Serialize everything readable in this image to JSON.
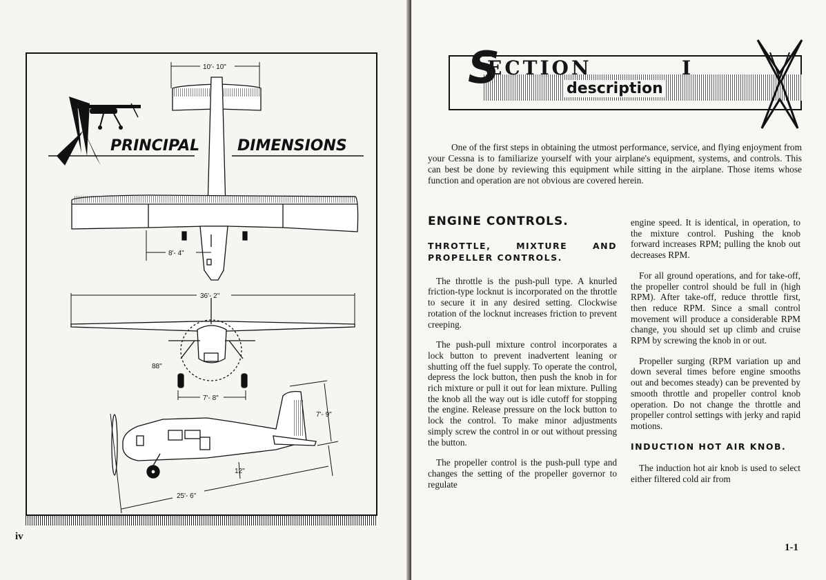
{
  "left_page": {
    "title_left": "PRINCIPAL",
    "title_right": "DIMENSIONS",
    "dimensions": {
      "tail_span": "10'- 10\"",
      "gear_track_top": "8'- 4\"",
      "wing_span": "36'- 2\"",
      "prop_diameter": "88\"",
      "gear_track_front": "7'- 8\"",
      "height": "7'- 9\"",
      "ground_clearance": "12\"",
      "length": "25'- 6\""
    },
    "page_number": "iv"
  },
  "right_page": {
    "section_letter": "S",
    "section_word": "ECTION",
    "section_number": "I",
    "section_subtitle": "description",
    "intro": "One of the first steps in obtaining the utmost performance, service, and flying enjoyment from your Cessna is to familiarize yourself with your airplane's equipment, systems, and controls. This can best be done by reviewing this equipment while sitting in the airplane. Those items whose function and operation are not obvious are covered herein.",
    "heading_engine": "ENGINE CONTROLS.",
    "heading_throttle": "THROTTLE, MIXTURE AND PROPELLER CONTROLS.",
    "p1": "The throttle is the push-pull type. A knurled friction-type locknut is incorporated on the throttle to secure it in any desired setting. Clockwise rotation of the locknut increases friction to prevent creeping.",
    "p2": "The push-pull mixture control incorporates a lock button to prevent inadvertent leaning or shutting off the fuel supply. To operate the control, depress the lock button, then push the knob in for rich mixture or pull it out for lean mixture. Pulling the knob all the way out is idle cutoff for stopping the engine. Release pressure on the lock button to lock the control. To make minor adjustments simply screw the control in or out without pressing the button.",
    "p3": "The propeller control is the push-pull type and changes the setting of the propeller governor to regulate",
    "p4": "engine speed. It is identical, in operation, to the mixture control. Pushing the knob forward increases RPM; pulling the knob out decreases RPM.",
    "p5": "For all ground operations, and for take-off, the propeller control should be full in (high RPM). After take-off, reduce throttle first, then reduce RPM. Since a small control movement will produce a considerable RPM change, you should set up climb and cruise RPM by screwing the knob in or out.",
    "p6": "Propeller surging (RPM variation up and down several times before engine smooths out and becomes steady) can be prevented by smooth throttle and propeller control knob operation. Do not change the throttle and propeller control settings with jerky and rapid motions.",
    "heading_induction": "INDUCTION HOT AIR KNOB.",
    "p7": "The induction hot air knob is used to select either filtered cold air from",
    "page_number": "1-1"
  }
}
